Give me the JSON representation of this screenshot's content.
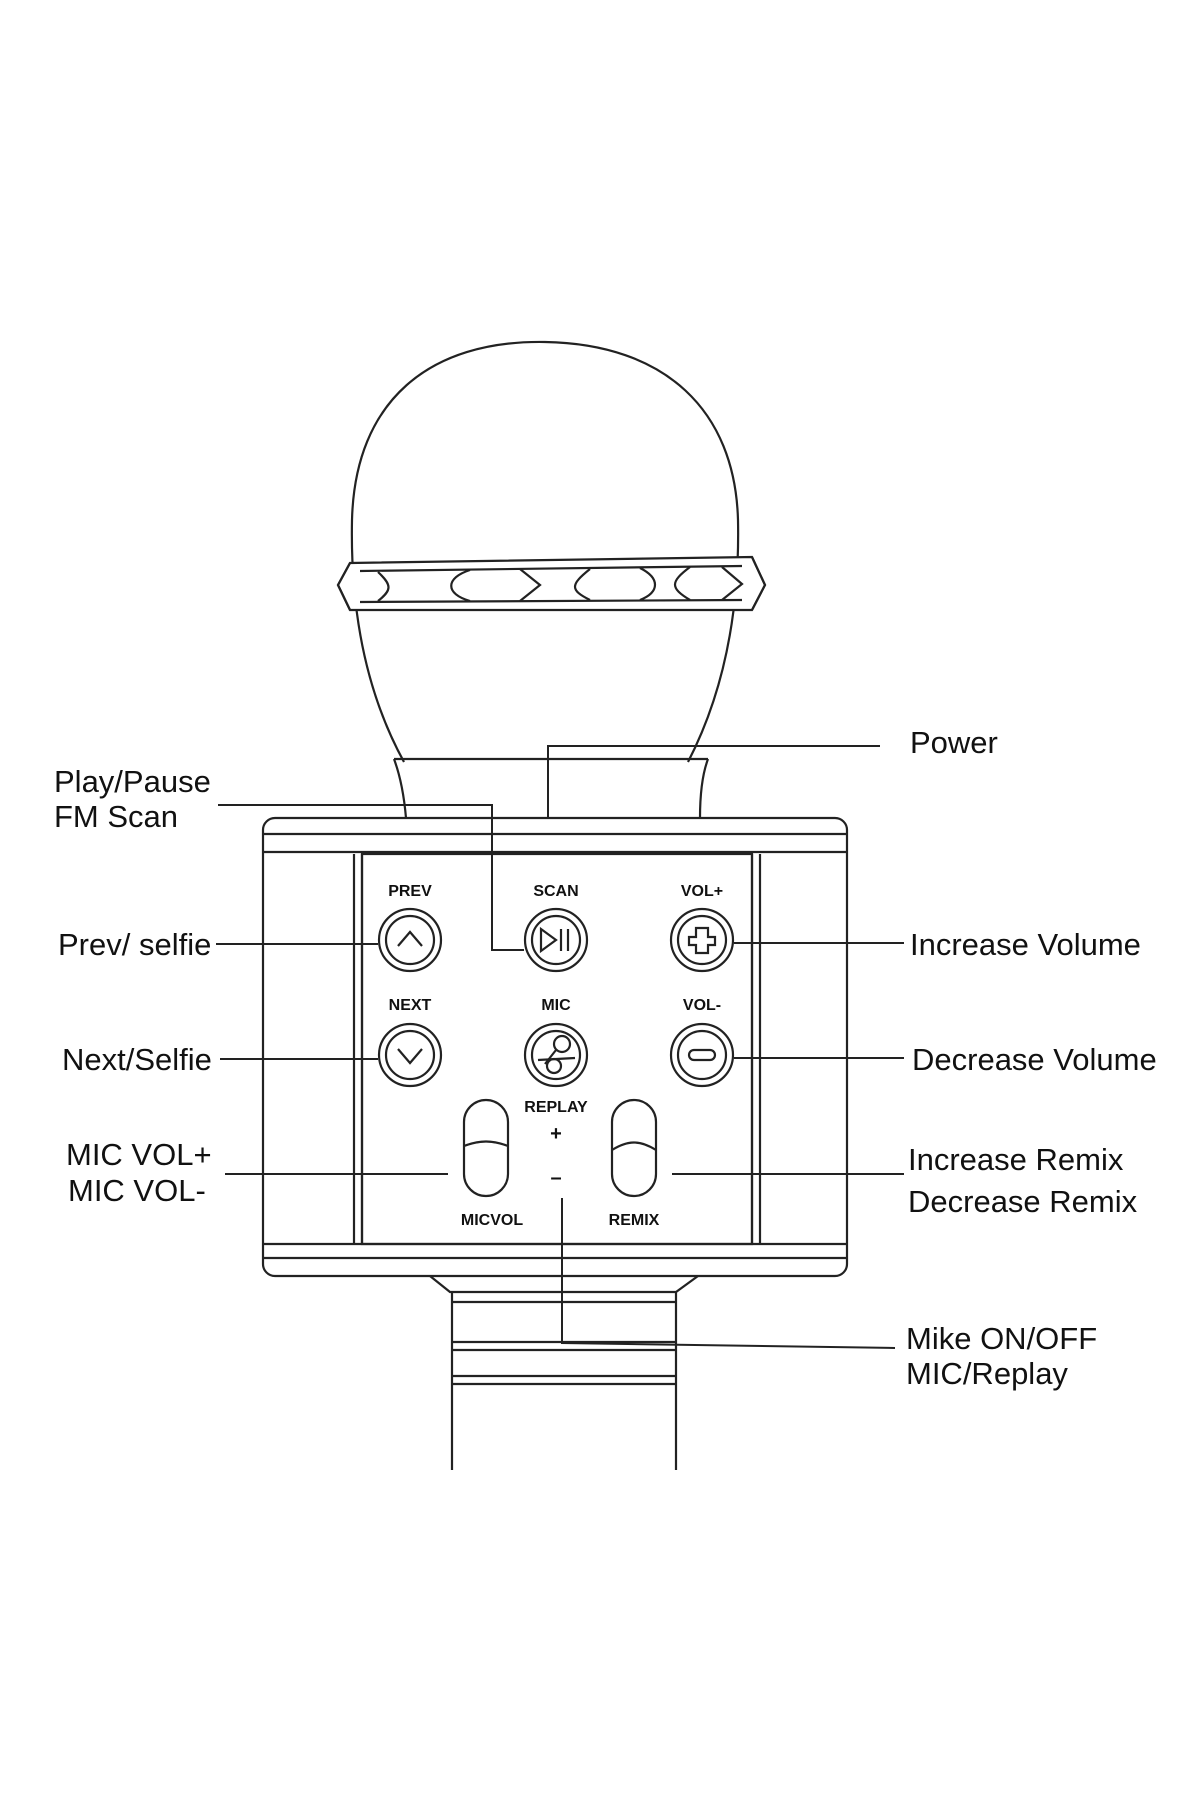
{
  "callouts": {
    "power": "Power",
    "play_pause_line1": "Play/Pause",
    "play_pause_line2": "FM Scan",
    "prev_selfie": "Prev/ selfie",
    "next_selfie": "Next/Selfie",
    "mic_vol_up": "MIC VOL+",
    "mic_vol_down": "MIC VOL-",
    "increase_volume": "Increase Volume",
    "decrease_volume": "Decrease Volume",
    "increase_remix": "Increase Remix",
    "decrease_remix": "Decrease Remix",
    "mike_line1": "Mike ON/OFF",
    "mike_line2": "MIC/Replay"
  },
  "buttons": {
    "prev": "PREV",
    "scan": "SCAN",
    "vol_up": "VOL+",
    "next": "NEXT",
    "mic": "MIC",
    "vol_down": "VOL-",
    "replay": "REPLAY",
    "plus": "+",
    "minus": "–",
    "micvol": "MICVOL",
    "remix": "REMIX"
  },
  "icons": {
    "prev": "chevron-up-icon",
    "scan": "play-pause-icon",
    "vol_up": "plus-icon",
    "next": "chevron-down-icon",
    "mic": "microphone-icon",
    "vol_down": "minus-icon"
  },
  "colors": {
    "line": "#222222",
    "background": "#ffffff"
  }
}
